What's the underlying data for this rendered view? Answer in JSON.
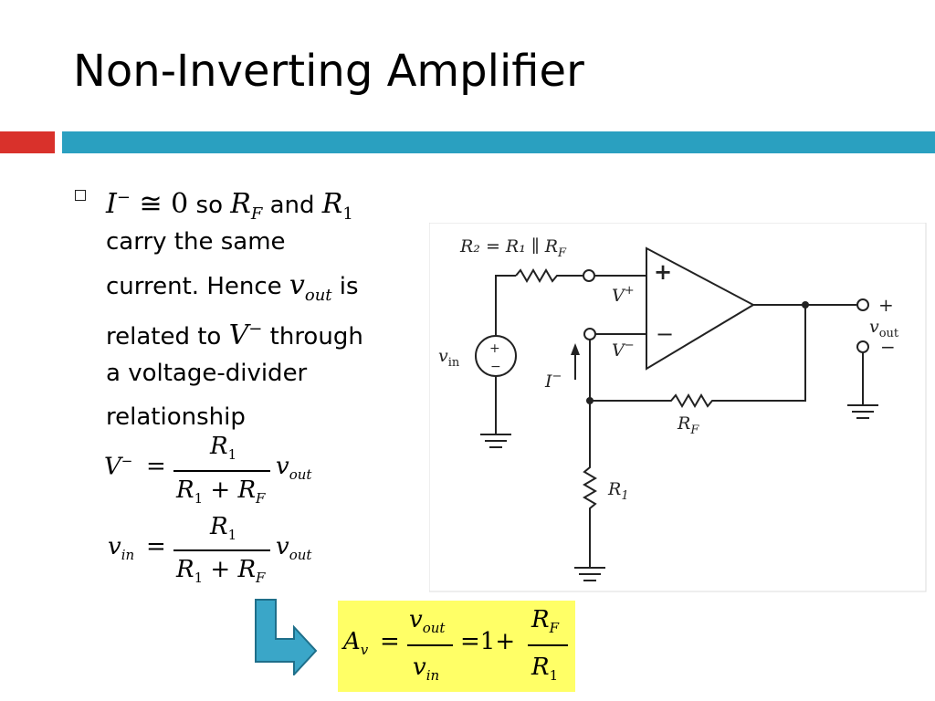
{
  "slide": {
    "title": "Non-Inverting Amplifier",
    "bullet": {
      "so": "so",
      "and": "and",
      "line2": "carry the same",
      "line3a": "current.  Hence",
      "line3b": "is",
      "line4a": "related to",
      "line4b": "through",
      "line5": "a voltage-divider",
      "line6": "relationship"
    }
  },
  "math": {
    "I_minus_symbol": "I",
    "approx": "≅ 0",
    "RF": "R",
    "RF_sub": "F",
    "R1": "R",
    "R1_sub": "1",
    "vout": "v",
    "vout_sub": "out",
    "Vminus": "V",
    "Vminus_sup": "−",
    "eq1_lhs": "V",
    "eq2_lhs": "v",
    "eq2_lhs_sub": "in",
    "gain_lhs": "A",
    "gain_lhs_sub": "v",
    "one_plus": "=1+",
    "equals": "="
  },
  "circuit": {
    "r2_label": "R₂ = R₁ ∥ R",
    "r2_label_sub": "F",
    "vplus": "V",
    "vplus_sup": "+",
    "vminus": "V",
    "vminus_sup": "−",
    "plus_sign": "+",
    "minus_sign": "−",
    "i_minus": "I",
    "i_minus_sup": "−",
    "rf": "R",
    "rf_sub": "F",
    "r1": "R",
    "r1_sub": "1",
    "vin": "v",
    "vin_sub": "in",
    "vout": "v",
    "vout_sub": "out",
    "term_plus": "+",
    "term_minus": "−",
    "src_plus": "+",
    "src_minus": "−"
  },
  "colors": {
    "accent_red": "#d9312b",
    "accent_blue": "#2aa0c0",
    "highlight": "#ffff66",
    "arrow": "#3aa6c8"
  },
  "icons": [
    "checkbox-bullet-icon",
    "down-right-arrow-icon"
  ]
}
